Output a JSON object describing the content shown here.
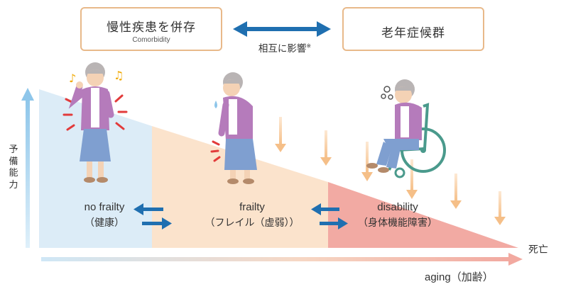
{
  "top": {
    "left_box": {
      "title": "慢性疾患を併存",
      "subtitle": "Comorbidity"
    },
    "right_box": {
      "title": "老年症候群"
    },
    "relation_label": "相互に影響",
    "relation_mark": "※"
  },
  "axes": {
    "y_label": [
      "予",
      "備",
      "能",
      "力"
    ],
    "x_label": "aging（加齢）",
    "end_label": "死亡"
  },
  "stages": [
    {
      "label": "no frailty",
      "sub": "（健康）",
      "color": "#dcecf7"
    },
    {
      "label": "frailty",
      "sub": "（フレイル（虚弱））",
      "color": "#fbe3cc"
    },
    {
      "label": "disability",
      "sub": "（身体機能障害）",
      "color": "#f2aaa3"
    }
  ],
  "colors": {
    "blue_arrow": "#1f6fb0",
    "axis_blue": "#a9d4ef",
    "down_arrow": "#f7c998",
    "box_border": "#e8b98a"
  },
  "figures": [
    {
      "name": "healthy-woman-figure",
      "state": "no frailty"
    },
    {
      "name": "frail-woman-figure",
      "state": "frailty"
    },
    {
      "name": "wheelchair-woman-figure",
      "state": "disability"
    }
  ]
}
